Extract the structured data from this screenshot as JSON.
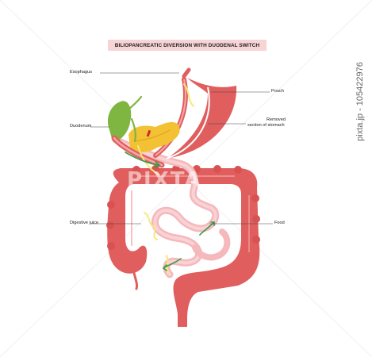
{
  "title": "BILIOPANCREATIC DIVERSION WITH DUODENAL SWITCH",
  "labels": {
    "esophagus": "Esophagus",
    "duodenum": "Duodenum",
    "digestive_juice": "Digestive juice",
    "pouch": "Pouch",
    "removed_line1": "Removed",
    "removed_line2": "section of stomach",
    "food": "Food"
  },
  "watermark": "PIXTA",
  "side_credit": "pixta.jp - 105422976",
  "colors": {
    "organ_red": "#e05e5e",
    "organ_light": "#f6a7a7",
    "intestine_pale": "#f5b8bc",
    "gallbladder": "#7fb541",
    "pancreas": "#f2c234",
    "arrow_green": "#3a9a4a",
    "juice_yellow": "#f5ea7a",
    "title_bg": "#f7d4d6"
  },
  "icons": [
    "gallbladder-icon",
    "pancreas-icon",
    "stomach-pouch-icon",
    "intestine-icon",
    "arrow-icon"
  ]
}
